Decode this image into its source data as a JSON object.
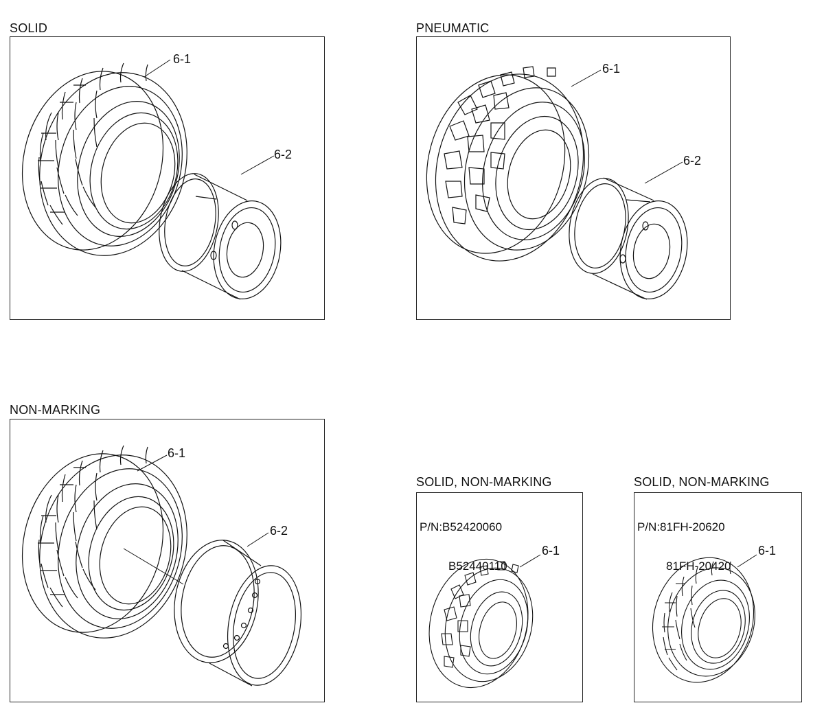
{
  "panels": [
    {
      "title": "SOLID",
      "callouts": [
        "6-1",
        "6-2"
      ]
    },
    {
      "title": "PNEUMATIC",
      "callouts": [
        "6-1",
        "6-2"
      ]
    },
    {
      "title": "NON-MARKING",
      "callouts": [
        "6-1",
        "6-2"
      ]
    },
    {
      "title": "SOLID, NON-MARKING",
      "pn_label": "P/N:B52420060",
      "pn_alt": "B52440110",
      "callouts": [
        "6-1"
      ]
    },
    {
      "title": "SOLID, NON-MARKING",
      "pn_label": "P/N:81FH-20620",
      "pn_alt": "81FH-20420",
      "callouts": [
        "6-1"
      ]
    }
  ]
}
